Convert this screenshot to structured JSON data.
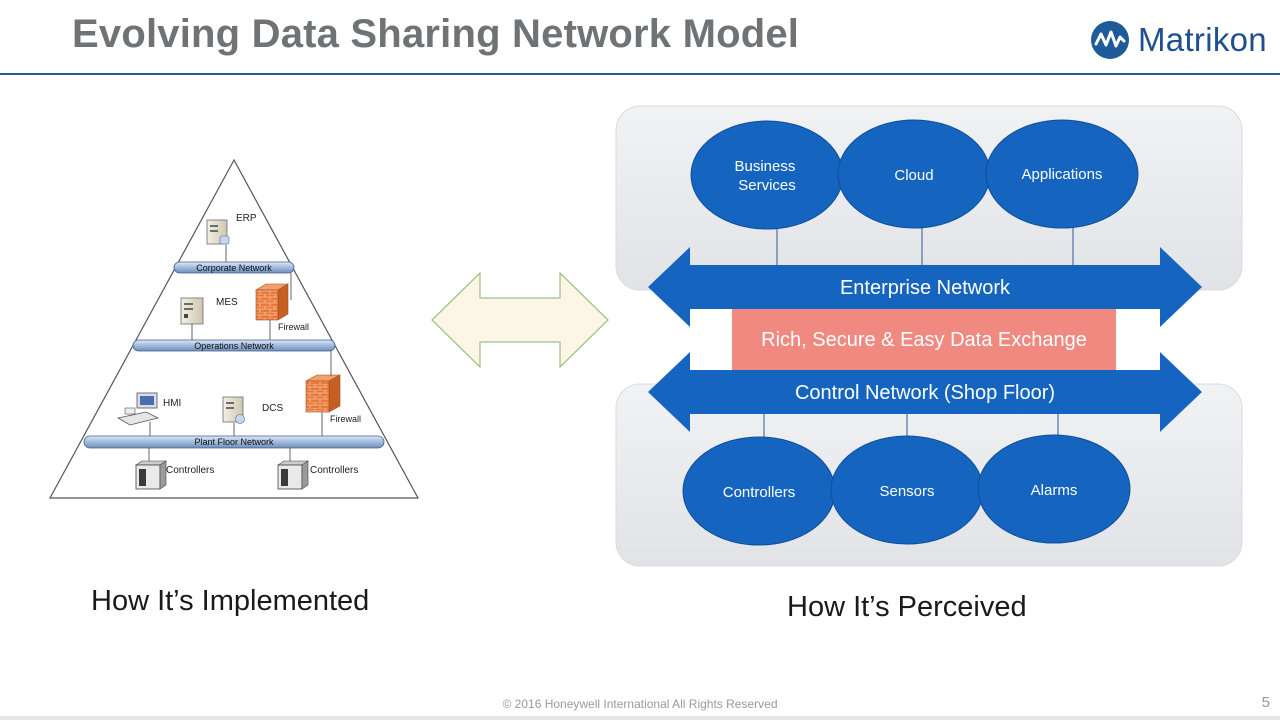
{
  "slide": {
    "title": "Evolving Data Sharing Network Model",
    "logo_text": "Matrikon",
    "footer": "© 2016 Honeywell International All Rights Reserved",
    "page_number": "5"
  },
  "pyramid": {
    "caption": "How It’s Implemented",
    "labels": {
      "erp": "ERP",
      "corporate_network": "Corporate Network",
      "mes": "MES",
      "firewall_top": "Firewall",
      "operations_network": "Operations Network",
      "hmi": "HMI",
      "dcs": "DCS",
      "firewall_bottom": "Firewall",
      "plant_floor_network": "Plant Floor Network",
      "controllers_left": "Controllers",
      "controllers_right": "Controllers"
    }
  },
  "perceived": {
    "caption": "How It’s Perceived",
    "top_nodes": [
      "Business\nServices",
      "Cloud",
      "Applications"
    ],
    "enterprise_network": "Enterprise Network",
    "exchange": "Rich, Secure & Easy Data Exchange",
    "control_network": "Control Network (Shop Floor)",
    "bottom_nodes": [
      "Controllers",
      "Sensors",
      "Alarms"
    ]
  },
  "colors": {
    "title": "#707375",
    "brand_blue": "#1f5a99",
    "node_blue": "#1565c0",
    "exchange_red": "#f08a80",
    "panel_gray": "#e9ebee",
    "double_arrow_fill": "#fbf6e5",
    "double_arrow_stroke": "#9cc48a",
    "firewall_orange": "#e8793a"
  }
}
